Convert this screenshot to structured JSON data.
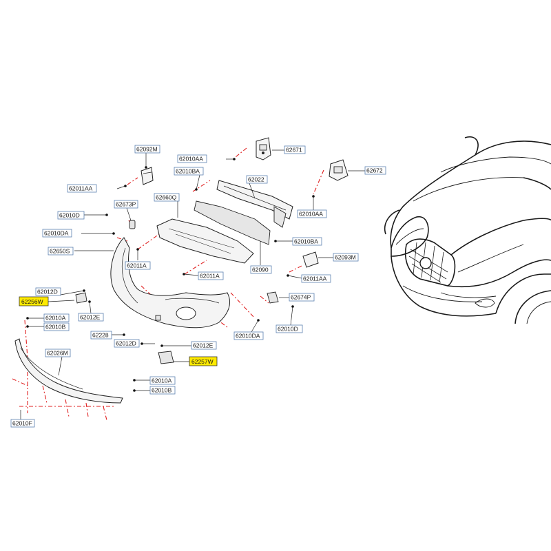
{
  "diagram": {
    "labels": {
      "p62092M": "62092M",
      "p62010AA_top": "62010AA",
      "p62671": "62671",
      "p62010BA_top": "62010BA",
      "p62672": "62672",
      "p62011AA_left": "62011AA",
      "p62022": "62022",
      "p62660Q": "62660Q",
      "p62673P": "62673P",
      "p62010D": "62010D",
      "p62010AA_right": "62010AA",
      "p62010DA_left": "62010DA",
      "p62010BA_right": "62010BA",
      "p62650S": "62650S",
      "p62011A_mid": "62011A",
      "p62090": "62090",
      "p62093M": "62093M",
      "p62011A_low": "62011A",
      "p62011AA_right": "62011AA",
      "p62012D_top": "62012D",
      "p62256W": "62256W",
      "p62674P": "62674P",
      "p62012E_left": "62012E",
      "p62010A_left": "62010A",
      "p62010B_left": "62010B",
      "p62228": "62228",
      "p62010DA_bottom": "62010DA",
      "p62010D_bottom": "62010D",
      "p62012D_low": "62012D",
      "p62012E_right": "62012E",
      "p62026M": "62026M",
      "p62257W": "62257W",
      "p62010A_right": "62010A",
      "p62010B_right": "62010B",
      "p62010F": "62010F"
    },
    "highlighted": [
      "p62256W",
      "p62257W"
    ],
    "colors": {
      "highlight": "#ffea00",
      "label_border": "#5b7fb0",
      "assembly_line": "#e02020",
      "linework": "#222222"
    }
  }
}
